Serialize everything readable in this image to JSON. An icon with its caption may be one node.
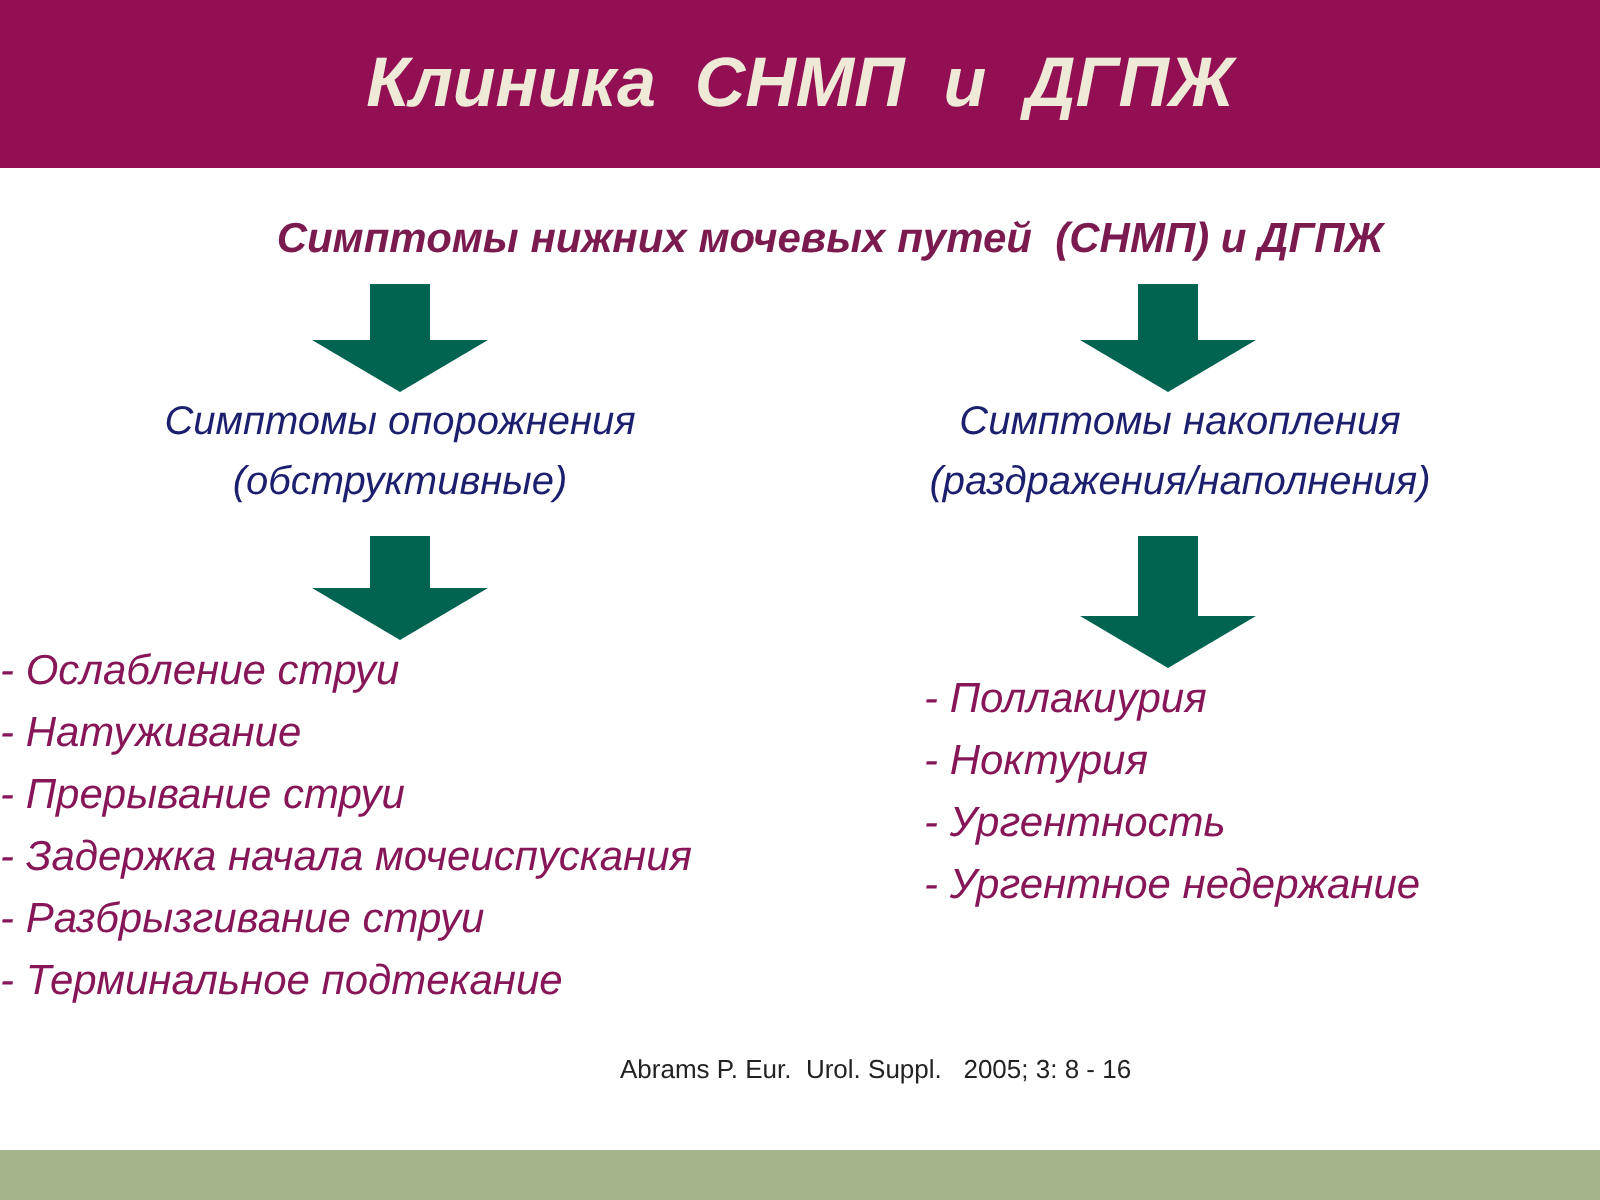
{
  "diagram": {
    "title": "Клиника  СНМП  и  ДГПЖ",
    "nodes": [
      {
        "text": [
          "Симптомы нижних мочевых путей  (СНМП) и ДГПЖ"
        ]
      },
      {
        "text": [
          "Симптомы опорожнения (обструктивные)"
        ]
      },
      {
        "text": [
          "Симптомы накопления (раздражения/наполнения)"
        ]
      },
      {
        "text": [
          "- Ослабление струи",
          "- Натуживание",
          "- Прерывание струи",
          "- Задержка начала мочеиспускания",
          "- Разбрызгивание струи",
          "- Терминальное подтекание"
        ]
      },
      {
        "text": [
          "- Поллакиурия",
          "- Ноктурия",
          "- Ургентность",
          "- Ургентное недержание"
        ]
      }
    ],
    "edges": [
      {
        "from": 0,
        "to": 1,
        "arrow": "to"
      },
      {
        "from": 0,
        "to": 2,
        "arrow": "to"
      },
      {
        "from": 1,
        "to": 3,
        "arrow": "to"
      },
      {
        "from": 2,
        "to": 4,
        "arrow": "to"
      }
    ],
    "labels": [
      "Abrams P. Eur.  Urol. Suppl.   2005; 3: 8 - 16"
    ]
  }
}
